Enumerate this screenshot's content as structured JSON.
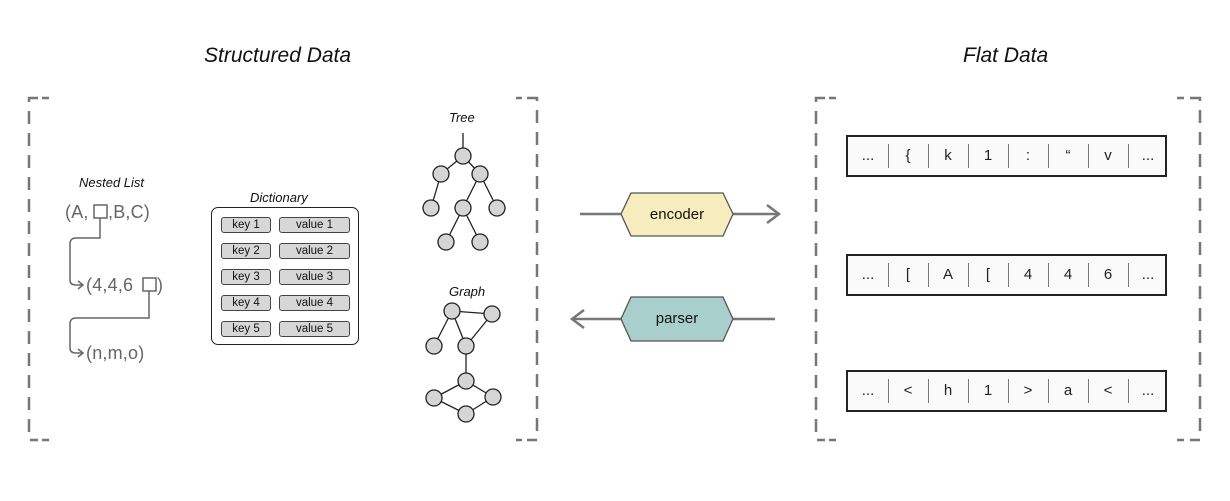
{
  "titles": {
    "structured": "Structured Data",
    "flat": "Flat Data"
  },
  "nested_list": {
    "label": "Nested List",
    "lines": [
      "(A,",
      ",B,C)",
      "(4,4,6",
      ")",
      "(n,m,o)"
    ]
  },
  "dictionary": {
    "label": "Dictionary",
    "entries": [
      {
        "key": "key 1",
        "value": "value 1"
      },
      {
        "key": "key 2",
        "value": "value 2"
      },
      {
        "key": "key 3",
        "value": "value 3"
      },
      {
        "key": "key 4",
        "value": "value 4"
      },
      {
        "key": "key 5",
        "value": "value 5"
      }
    ]
  },
  "tree": {
    "label": "Tree"
  },
  "graph": {
    "label": "Graph"
  },
  "encoder": {
    "label": "encoder",
    "color": "#f7ecbd"
  },
  "parser": {
    "label": "parser",
    "color": "#a9cfcc"
  },
  "flat_strips": [
    [
      "...",
      "{",
      "k",
      "1",
      ":",
      "“",
      "v",
      "..."
    ],
    [
      "...",
      "[",
      "A",
      "[",
      "4",
      "4",
      "6",
      "..."
    ],
    [
      "...",
      "<",
      "h",
      "1",
      ">",
      "a",
      "<",
      "..."
    ]
  ]
}
